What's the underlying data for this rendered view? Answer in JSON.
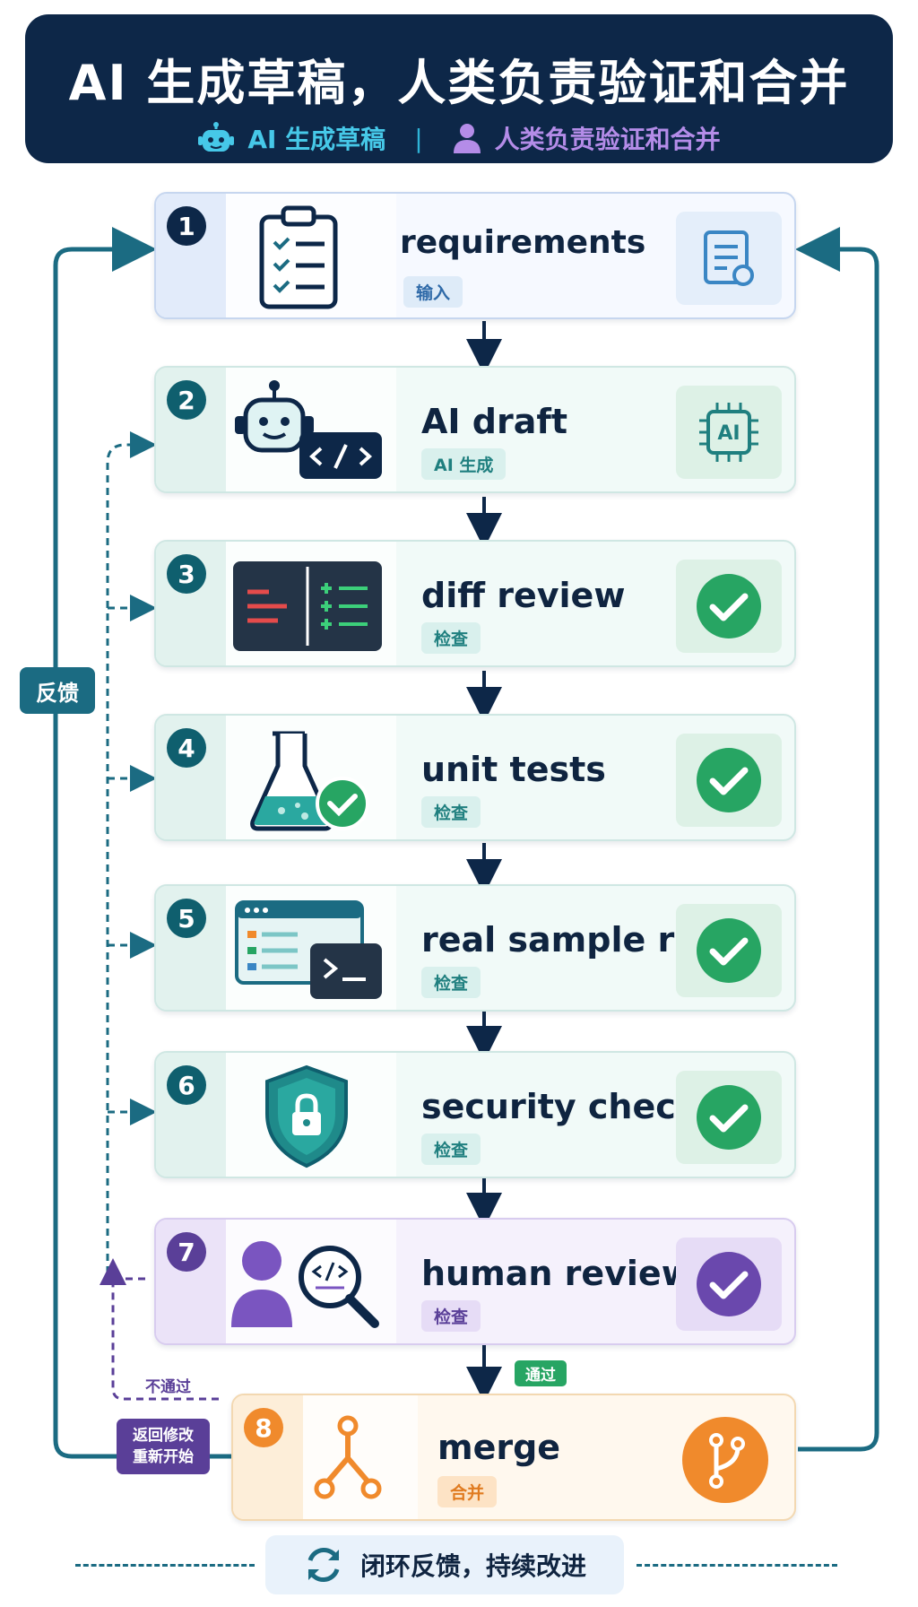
{
  "header": {
    "title": "AI 生成草稿，人类负责验证和合并",
    "ai_label": "AI 生成草稿",
    "separator": "|",
    "human_label": "人类负责验证和合并"
  },
  "steps": [
    {
      "number": "1",
      "title": "requirements",
      "badge": "输入",
      "icon": "clipboard-checklist-icon",
      "right_icon": "document-icon"
    },
    {
      "number": "2",
      "title": "AI draft",
      "badge": "AI 生成",
      "icon": "robot-code-icon",
      "right_icon": "ai-chip-icon"
    },
    {
      "number": "3",
      "title": "diff review",
      "badge": "检查",
      "icon": "diff-icon",
      "right_icon": "check-circle-icon"
    },
    {
      "number": "4",
      "title": "unit tests",
      "badge": "检查",
      "icon": "flask-check-icon",
      "right_icon": "check-circle-icon"
    },
    {
      "number": "5",
      "title": "real sample run",
      "badge": "检查",
      "icon": "terminal-window-icon",
      "right_icon": "check-circle-icon"
    },
    {
      "number": "6",
      "title": "security check",
      "badge": "检查",
      "icon": "shield-lock-icon",
      "right_icon": "check-circle-icon"
    },
    {
      "number": "7",
      "title": "human review",
      "badge": "检查",
      "icon": "person-code-search-icon",
      "right_icon": "check-circle-icon"
    },
    {
      "number": "8",
      "title": "merge",
      "badge": "合并",
      "icon": "git-merge-icon",
      "right_icon": "git-branch-icon"
    }
  ],
  "loop": {
    "feedback": "反馈",
    "fail": "不通过",
    "pass": "通过",
    "return_line1": "返回修改",
    "return_line2": "重新开始"
  },
  "footer": {
    "text": "闭环反馈，持续改进",
    "icon": "refresh-cycle-icon"
  },
  "colors": {
    "navy": "#0d2748",
    "teal": "#1b6b82",
    "green": "#27a563",
    "purple": "#5a3f98",
    "orange": "#f08a2c"
  }
}
